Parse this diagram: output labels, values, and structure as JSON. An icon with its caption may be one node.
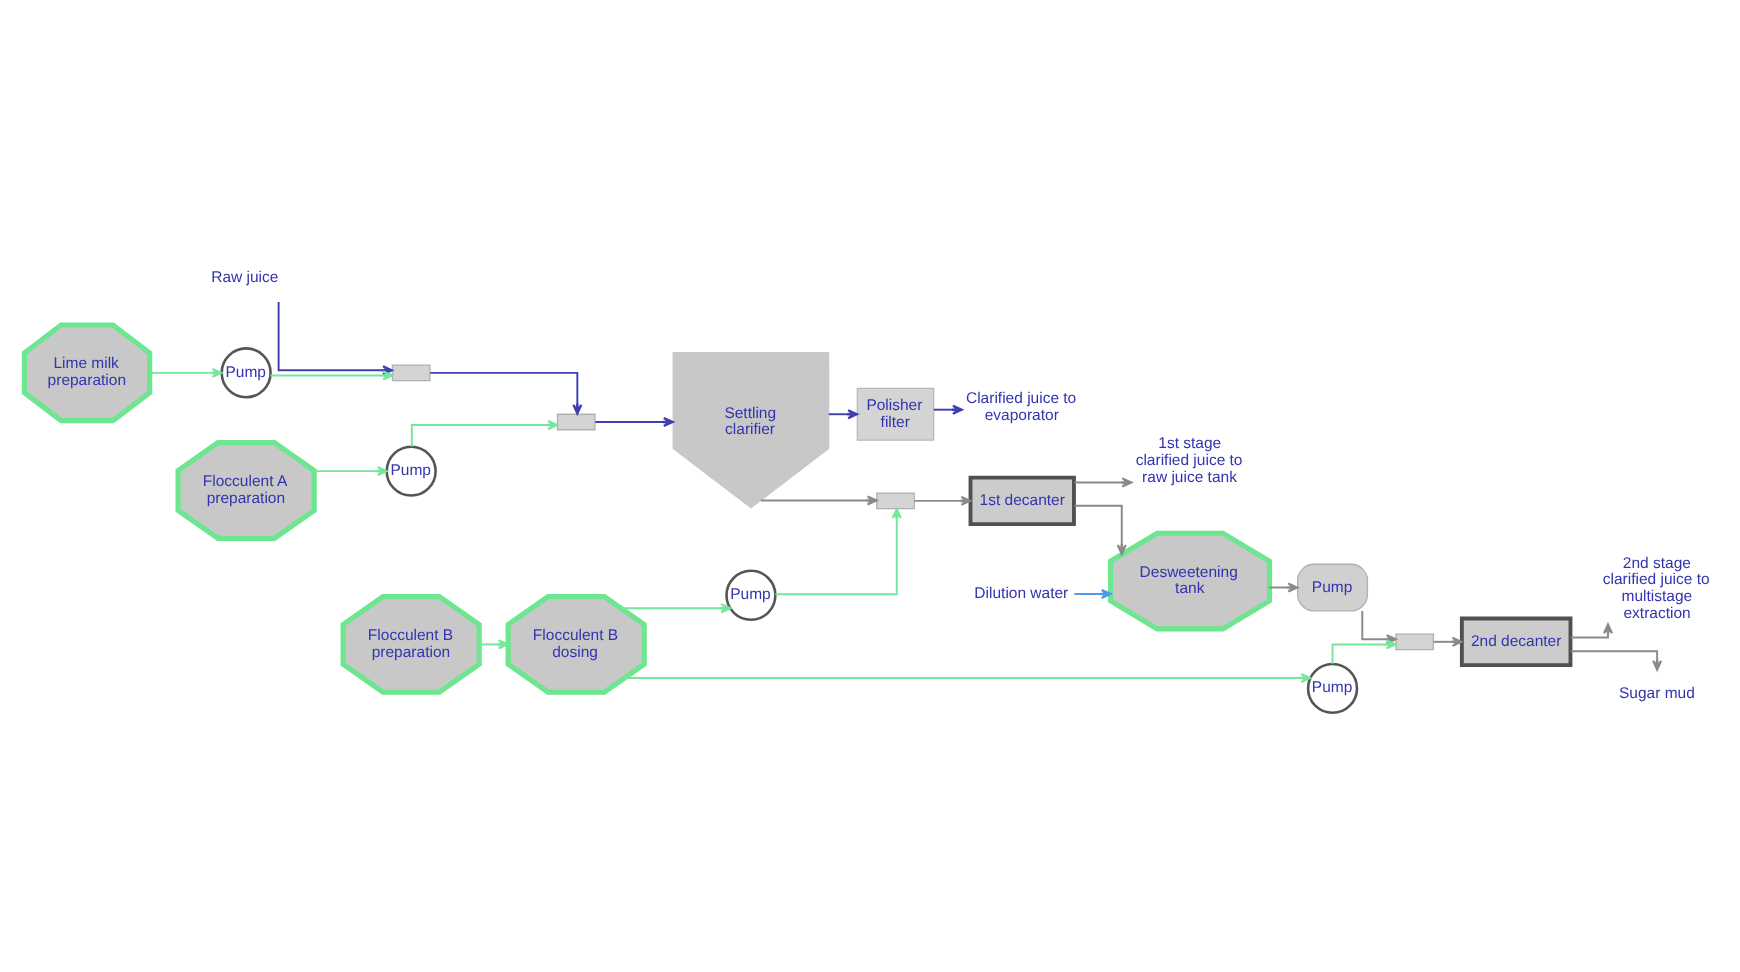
{
  "diagram": {
    "nodes": [
      {
        "text": [
          "Raw juice"
        ]
      },
      {
        "text": [],
        "shape": "box"
      },
      {
        "text": [],
        "shape": "box"
      },
      {
        "text": [
          "Settling clarifier"
        ]
      },
      {
        "text": [
          "Polisher filter"
        ]
      },
      {
        "text": [
          "Clarified juice to evaporator"
        ]
      },
      {
        "text": [
          "Lime milk preparation"
        ]
      },
      {
        "text": [
          "Flocculent A preparation"
        ]
      },
      {
        "text": [
          "1st stage clarified juice to raw juice tank"
        ]
      },
      {
        "text": [
          "2nd stage clarified juice to multistage extraction"
        ]
      },
      {
        "text": [
          "Pump"
        ]
      },
      {
        "text": [
          "Pump"
        ]
      },
      {
        "text": [],
        "shape": "box"
      },
      {
        "text": [
          "1st decanter"
        ]
      },
      {
        "text": [],
        "shape": "box"
      },
      {
        "text": [
          "2nd decanter"
        ]
      },
      {
        "text": [
          "Desweetening tank"
        ]
      },
      {
        "text": [
          "Sugar mud"
        ]
      },
      {
        "text": [
          "Flocculent B preparation"
        ]
      },
      {
        "text": [
          "Flocculent B dosing"
        ]
      },
      {
        "text": [
          "Dilution water"
        ]
      },
      {
        "text": [
          "Pump"
        ]
      },
      {
        "text": [
          "Pump"
        ]
      },
      {
        "text": [
          "Pump"
        ]
      }
    ],
    "edges": [
      {
        "from": 0,
        "to": 1,
        "arrow": "to",
        "color": "#3f3fb3"
      },
      {
        "from": 1,
        "to": 2,
        "arrow": "to",
        "color": "#3f3fb3"
      },
      {
        "from": 2,
        "to": 3,
        "arrow": "to",
        "color": "#3f3fb3"
      },
      {
        "from": 3,
        "to": 4,
        "arrow": "to",
        "color": "#3f3fb3"
      },
      {
        "from": 4,
        "to": 5,
        "arrow": "to",
        "color": "#3f3fb3"
      },
      {
        "from": 6,
        "to": 10,
        "arrow": "to",
        "color": "#74e89a"
      },
      {
        "from": 10,
        "to": 1,
        "arrow": "to",
        "color": "#74e89a"
      },
      {
        "from": 7,
        "to": 11,
        "arrow": "to",
        "color": "#74e89a"
      },
      {
        "from": 11,
        "to": 2,
        "arrow": "to",
        "color": "#74e89a"
      },
      {
        "from": 3,
        "to": 12,
        "arrow": "to",
        "color": "#8a8a8a"
      },
      {
        "from": 12,
        "to": 13,
        "arrow": "to",
        "color": "#8a8a8a"
      },
      {
        "from": 13,
        "to": 8,
        "arrow": "to",
        "color": "#8a8a8a"
      },
      {
        "from": 13,
        "to": 16,
        "arrow": "to",
        "color": "#8a8a8a"
      },
      {
        "from": 20,
        "to": 16,
        "arrow": "to",
        "color": "#4a9ae8"
      },
      {
        "from": 16,
        "to": 21,
        "arrow": "to",
        "color": "#8a8a8a"
      },
      {
        "from": 21,
        "to": 14,
        "arrow": "to",
        "color": "#8a8a8a"
      },
      {
        "from": 14,
        "to": 15,
        "arrow": "to",
        "color": "#8a8a8a"
      },
      {
        "from": 15,
        "to": 9,
        "arrow": "to",
        "color": "#8a8a8a"
      },
      {
        "from": 15,
        "to": 17,
        "arrow": "to",
        "color": "#8a8a8a"
      },
      {
        "from": 18,
        "to": 19,
        "arrow": "to",
        "color": "#74e89a"
      },
      {
        "from": 19,
        "to": 22,
        "arrow": "to",
        "color": "#74e89a"
      },
      {
        "from": 22,
        "to": 12,
        "arrow": "to",
        "color": "#74e89a"
      },
      {
        "from": 19,
        "to": 23,
        "arrow": "to",
        "color": "#74e89a"
      },
      {
        "from": 23,
        "to": 14,
        "arrow": "to",
        "color": "#74e89a"
      }
    ]
  }
}
